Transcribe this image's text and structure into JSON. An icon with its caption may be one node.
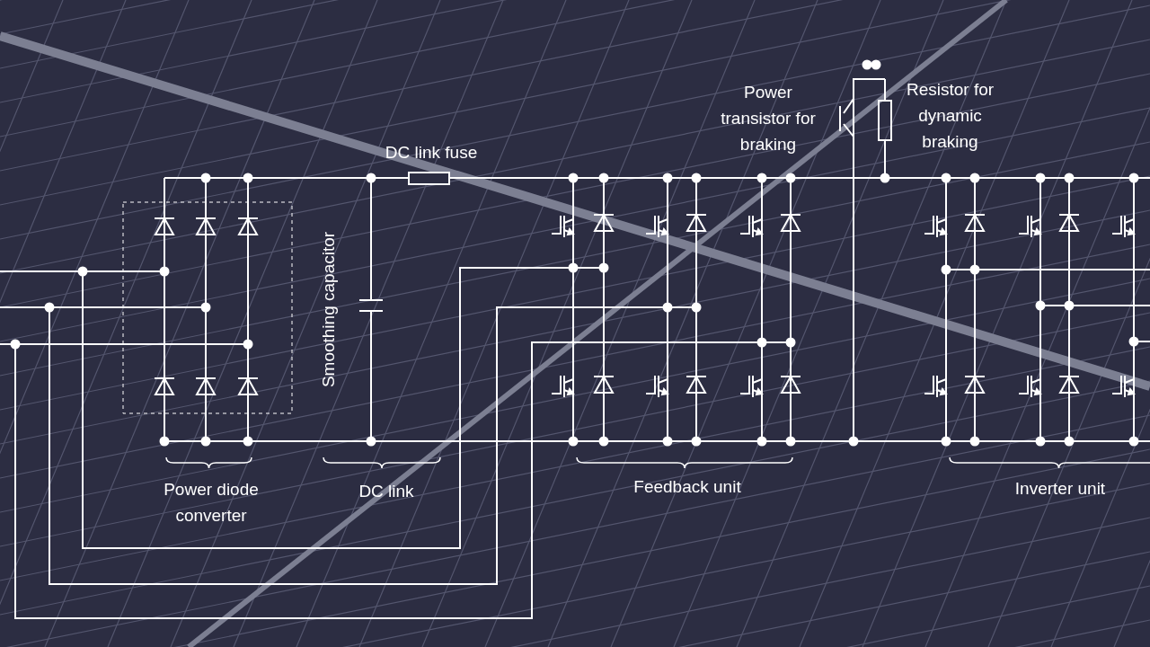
{
  "diagram": {
    "labels": [
      "Power transistor for braking",
      "Resistor for dynamic braking",
      "DC link fuse",
      "Smoothing capacitor",
      "Power diode converter",
      "DC link",
      "Feedback unit",
      "Inverter unit"
    ]
  }
}
